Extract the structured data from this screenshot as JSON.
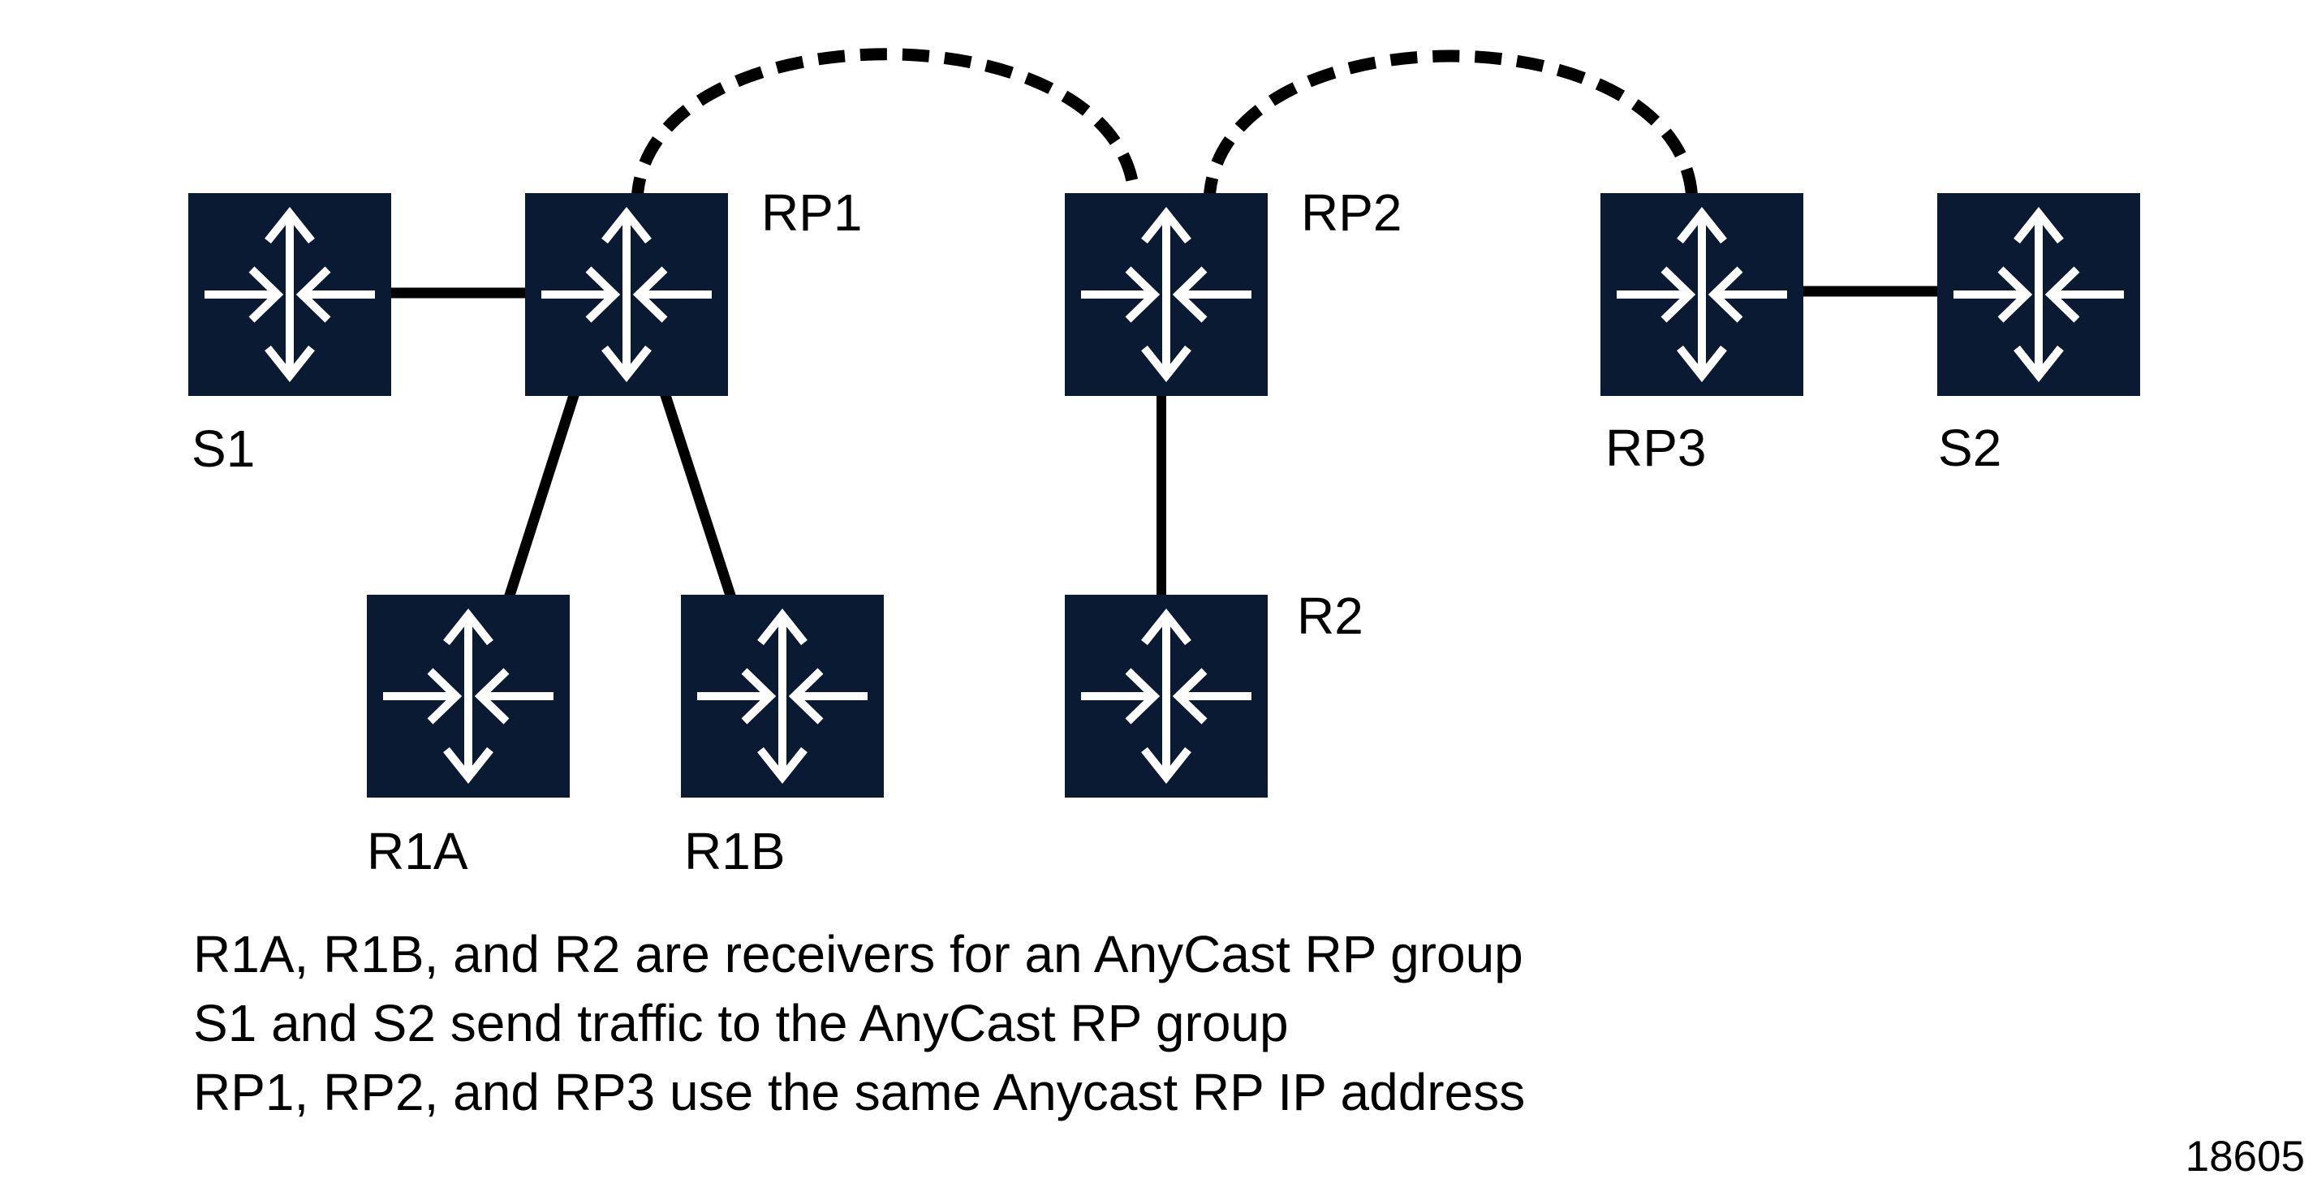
{
  "nodes": [
    {
      "id": "s1",
      "label": "S1"
    },
    {
      "id": "rp1",
      "label": "RP1"
    },
    {
      "id": "rp2",
      "label": "RP2"
    },
    {
      "id": "rp3",
      "label": "RP3"
    },
    {
      "id": "s2",
      "label": "S2"
    },
    {
      "id": "r1a",
      "label": "R1A"
    },
    {
      "id": "r1b",
      "label": "R1B"
    },
    {
      "id": "r2",
      "label": "R2"
    }
  ],
  "links": {
    "solid": [
      "S1-RP1",
      "RP1-R1A",
      "RP1-R1B",
      "RP2-R2",
      "RP3-S2"
    ],
    "dashed_anycast_peering": [
      "RP1-RP2",
      "RP2-RP3"
    ]
  },
  "caption": {
    "lines": [
      "R1A, R1B, and R2 are receivers for an AnyCast RP group",
      "S1 and S2 send traffic to the AnyCast RP group",
      "RP1, RP2, and RP3 use the same Anycast RP IP address"
    ]
  },
  "figure_number": "18605",
  "icons": {
    "router": "router-crossed-arrows-icon"
  },
  "colors": {
    "background": "#FFFFFF",
    "router_box": "#0A1A33",
    "icon_arrows": "#FFFFFF",
    "connector": "#000000",
    "text": "#000000"
  }
}
